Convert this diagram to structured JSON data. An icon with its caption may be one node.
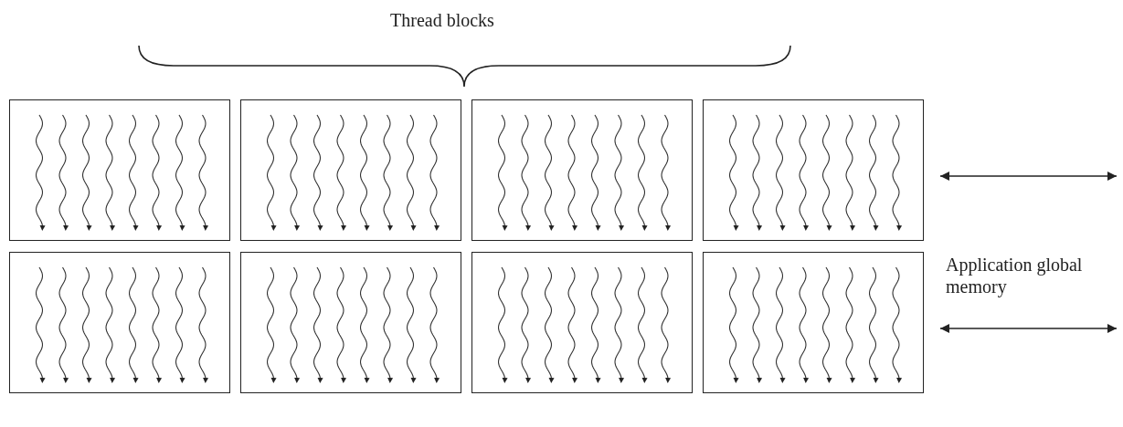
{
  "diagram": {
    "nodes": [
      {
        "text": [],
        "shape": "box"
      },
      {
        "text": [],
        "shape": "box"
      },
      {
        "text": [],
        "shape": "box"
      },
      {
        "text": [],
        "shape": "box"
      },
      {
        "text": [],
        "shape": "box"
      },
      {
        "text": [],
        "shape": "box"
      },
      {
        "text": [],
        "shape": "box"
      },
      {
        "text": [],
        "shape": "box"
      },
      {
        "text": [
          "Application global memory"
        ]
      }
    ],
    "edges": [
      {
        "from": 3,
        "to": 8,
        "arrow": "both"
      },
      {
        "from": 7,
        "to": 8,
        "arrow": "both"
      }
    ],
    "labels": [
      "Thread blocks"
    ]
  }
}
